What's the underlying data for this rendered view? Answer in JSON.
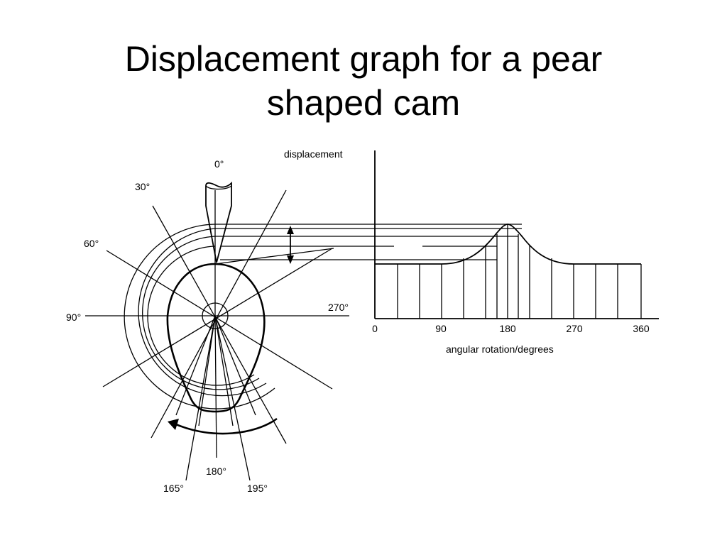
{
  "slide": {
    "title_line1": "Displacement graph for a pear",
    "title_line2": "shaped cam"
  },
  "cam_diagram": {
    "angle_labels": {
      "a0": "0°",
      "a30": "30°",
      "a60": "60°",
      "a90": "90°",
      "a270": "270°",
      "a165": "165°",
      "a180": "180°",
      "a195": "195°"
    }
  },
  "graph": {
    "ylabel": "displacement",
    "xlabel": "angular rotation/degrees",
    "xticks": [
      "0",
      "90",
      "180",
      "270",
      "360"
    ]
  }
}
